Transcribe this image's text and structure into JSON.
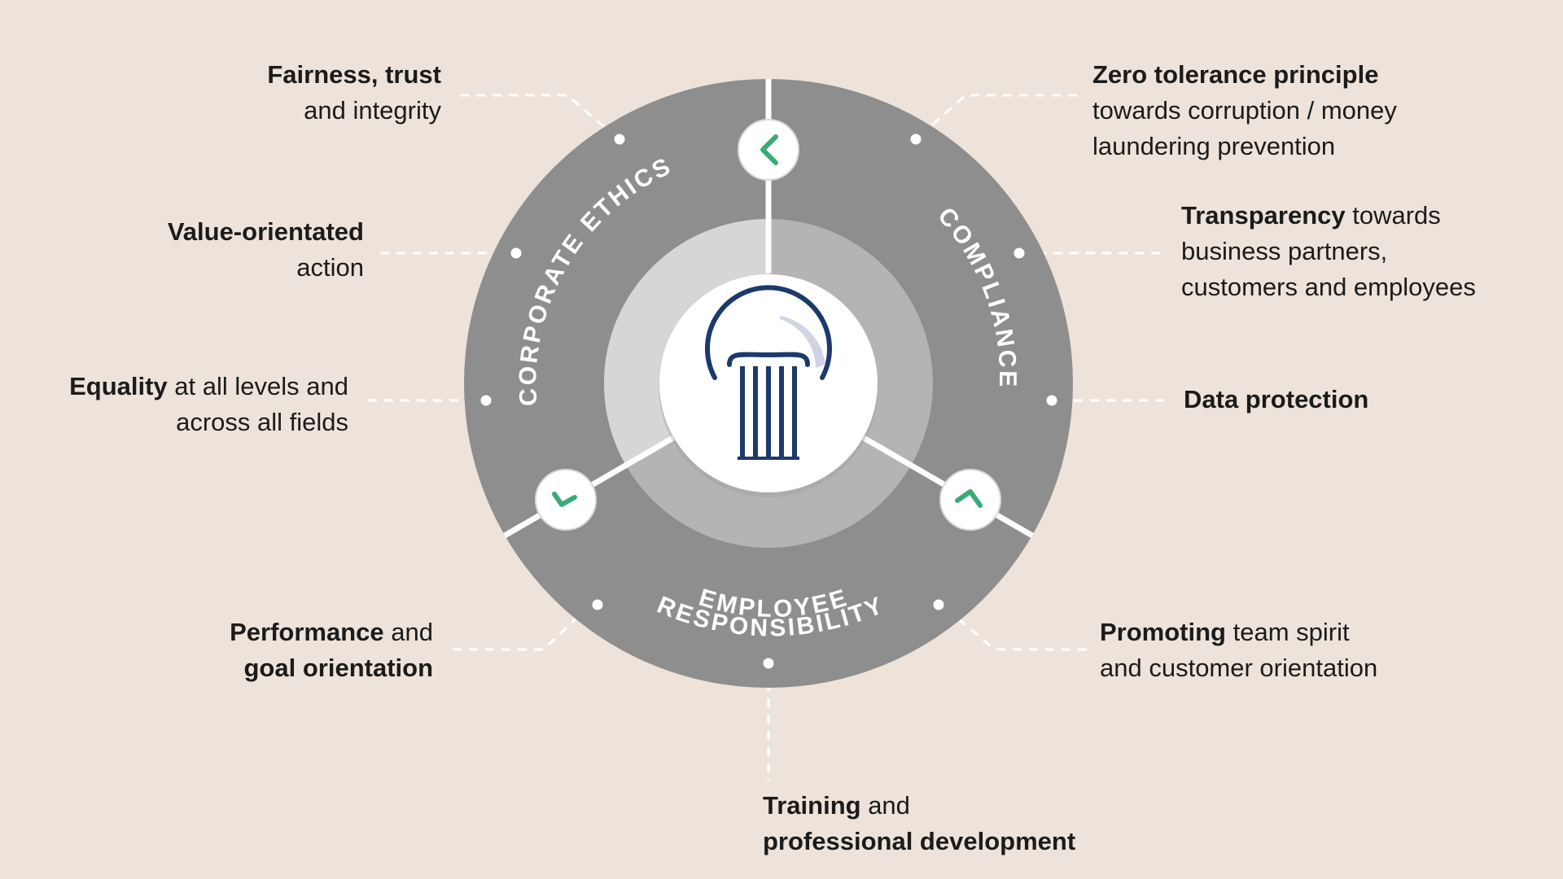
{
  "segments": {
    "corporate_ethics": "CORPORATE ETHICS",
    "compliance": "COMPLIANCE",
    "employee_line1": "EMPLOYEE",
    "employee_line2": "RESPONSIBILITY"
  },
  "center_icon": "column-icon",
  "arrow_icons": [
    "chevron-left-icon",
    "chevron-down-left-icon",
    "chevron-up-left-icon"
  ],
  "colors": {
    "background": "#ede3da",
    "outer_ring": "#8e8e8e",
    "middle_ring": "#b4b4b4",
    "inner_ring": "#d6d6d6",
    "hub": "#ffffff",
    "icon": "#1c3a6b",
    "arrow": "#3aaa78",
    "text": "#1b1b1b"
  },
  "labels": {
    "fairness": {
      "bold": "Fairness, trust",
      "rest": "and integrity"
    },
    "value": {
      "bold": "Value-orientated",
      "rest": "action"
    },
    "equality": {
      "bold": "Equality",
      "rest1": " at all levels and",
      "rest2": "across all fields"
    },
    "performance": {
      "bold1": "Performance",
      "rest": " and",
      "bold2": "goal orientation"
    },
    "zero": {
      "bold": "Zero tolerance principle",
      "line2": "towards corruption / money",
      "line3": "laundering prevention"
    },
    "transparency": {
      "bold": "Transparency",
      "rest": " towards",
      "line2": "business partners,",
      "line3": "customers and employees"
    },
    "data": {
      "bold": "Data protection"
    },
    "promoting": {
      "bold": "Promoting",
      "rest": " team spirit",
      "line2": "and customer orientation"
    },
    "training": {
      "bold1": "Training",
      "rest": " and",
      "bold2": "professional development"
    }
  }
}
